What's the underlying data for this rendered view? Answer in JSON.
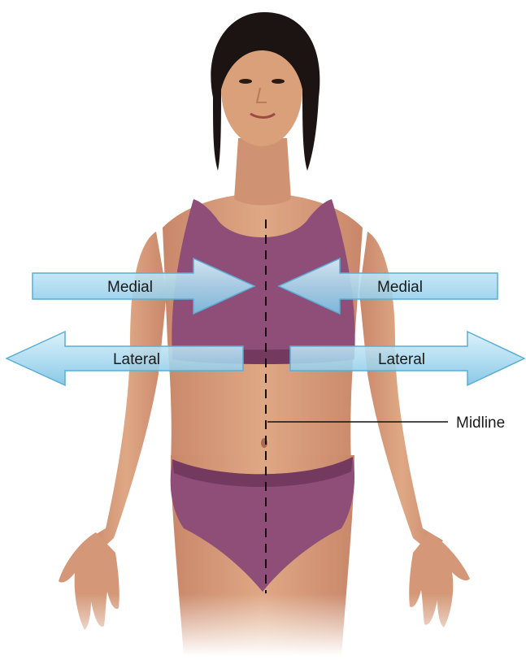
{
  "labels": {
    "medial_left": "Medial",
    "medial_right": "Medial",
    "lateral_left": "Lateral",
    "lateral_right": "Lateral",
    "midline": "Midline"
  },
  "colors": {
    "background": "#ffffff",
    "skin": "#d9a07a",
    "skin_shadow": "#bf8060",
    "garment": "#8e4e78",
    "garment_dark": "#74395f",
    "hair": "#1c1412",
    "arrow_fill": "#9dd4ec",
    "arrow_light": "#d6eef9",
    "arrow_stroke": "#5aaed4",
    "text": "#1a1a1a",
    "line": "#111111"
  }
}
